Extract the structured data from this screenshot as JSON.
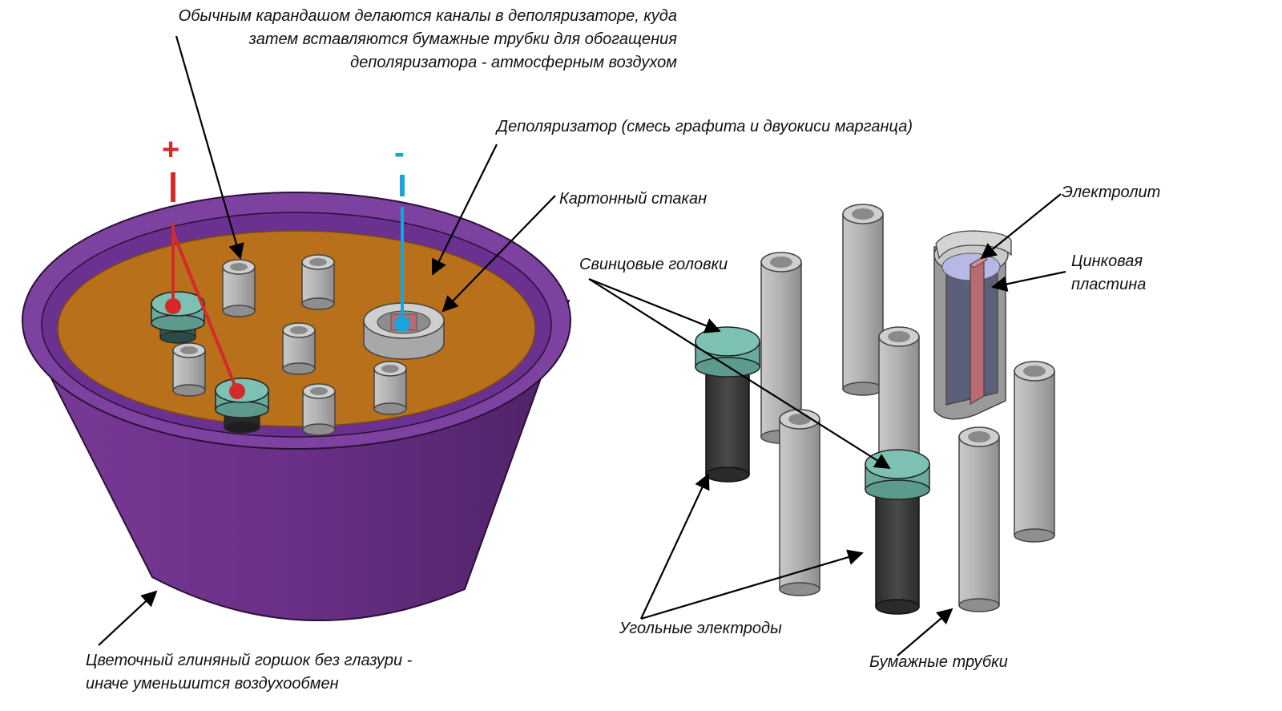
{
  "labels": {
    "pencil_channels": [
      "Обычным карандашом делаются каналы в деполяризаторе, куда",
      "затем вставляются бумажные трубки для обогащения",
      "деполяризатора - атмосферным воздухом"
    ],
    "depolarizer": "Деполяризатор (смесь графита и двуокиси марганца)",
    "cardboard_cup": "Картонный стакан",
    "lead_heads": "Свинцовые головки",
    "electrolyte": "Электролит",
    "zinc_plate": [
      "Цинковая",
      "пластина"
    ],
    "carbon_electrodes": "Угольные электроды",
    "paper_tubes": "Бумажные трубки",
    "flower_pot": [
      "Цветочный глиняный горшок без глазури -",
      "иначе уменьшится воздухообмен"
    ]
  },
  "terminals": {
    "positive": "+",
    "negative": "-"
  },
  "colors": {
    "pot_purple": "#6a2f86",
    "pot_rim": "#8a4fa8",
    "depolarizer_fill": "#b8701a",
    "tube_grey": "#a9a9a9",
    "lead_head_teal": "#7cc1b3",
    "carbon_dark": "#3c3c3c",
    "positive_red": "#d42a2a",
    "negative_blue": "#1ba3dc",
    "zinc_pink": "#b96a72",
    "electrolyte_lavender": "#b8b8e6"
  },
  "icons": [
    "flower-pot-icon",
    "paper-tube-icon",
    "carbon-electrode-icon",
    "cardboard-cup-icon"
  ]
}
